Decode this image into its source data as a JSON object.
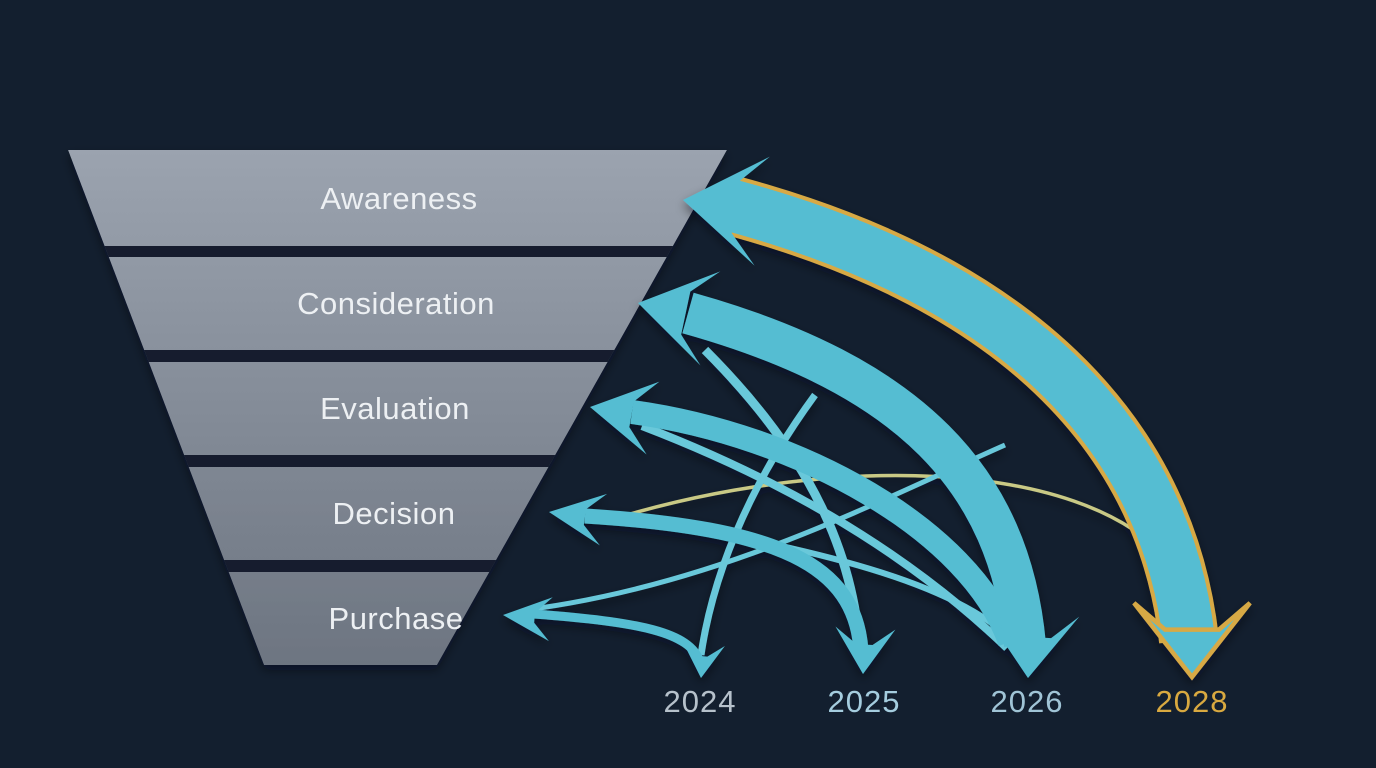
{
  "diagram": {
    "type": "marketing-funnel-with-year-arrows",
    "funnel": {
      "stages": [
        {
          "label": "Awareness"
        },
        {
          "label": "Consideration"
        },
        {
          "label": "Evaluation"
        },
        {
          "label": "Decision"
        },
        {
          "label": "Purchase"
        }
      ]
    },
    "years": [
      {
        "label": "2024",
        "color": "#b6c1cb"
      },
      {
        "label": "2025",
        "color": "#a5cddf"
      },
      {
        "label": "2026",
        "color": "#a0c4d6"
      },
      {
        "label": "2028",
        "color": "#d9a940"
      }
    ]
  },
  "colors": {
    "background": "#131f2f",
    "funnel_top": "#9ba3af",
    "funnel_bottom": "#6d7581",
    "stage_text": "#edf0f3",
    "arrow_teal": "#55bdd2",
    "arrow_teal_light": "#69c8da",
    "gold": "#d7a944",
    "pale_line": "#c9c985"
  }
}
